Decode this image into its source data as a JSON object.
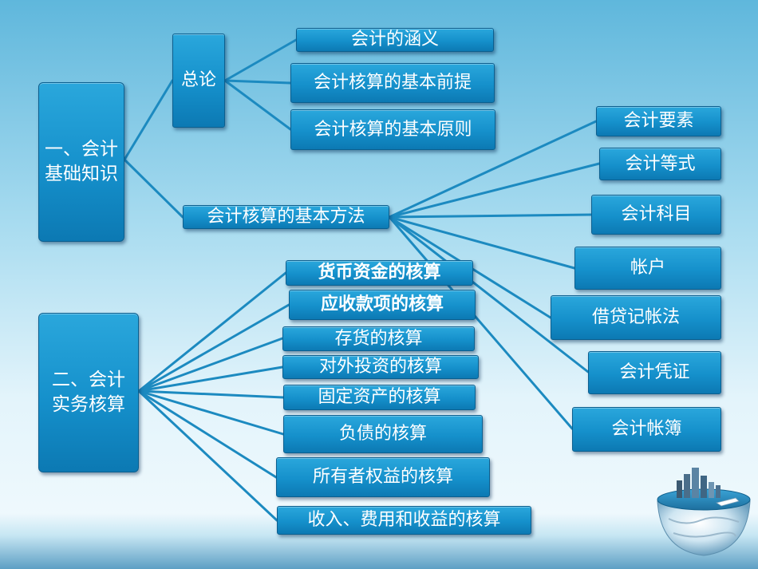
{
  "root1": {
    "label": "一、会计基础知识"
  },
  "root2": {
    "label": "二、会计实务核算"
  },
  "zonglun": {
    "label": "总论"
  },
  "zonglun_children": [
    "会计的涵义",
    "会计核算的基本前提",
    "会计核算的基本原则"
  ],
  "method": {
    "label": "会计核算的基本方法"
  },
  "method_children": [
    "会计要素",
    "会计等式",
    "会计科目",
    "帐户",
    "借贷记帐法",
    "会计凭证",
    "会计帐簿"
  ],
  "practice_children": [
    "货币资金的核算",
    "应收款项的核算",
    "存货的核算",
    "对外投资的核算",
    "固定资产的核算",
    "负债的核算",
    "所有者权益的核算",
    "收入、费用和收益的核算"
  ]
}
